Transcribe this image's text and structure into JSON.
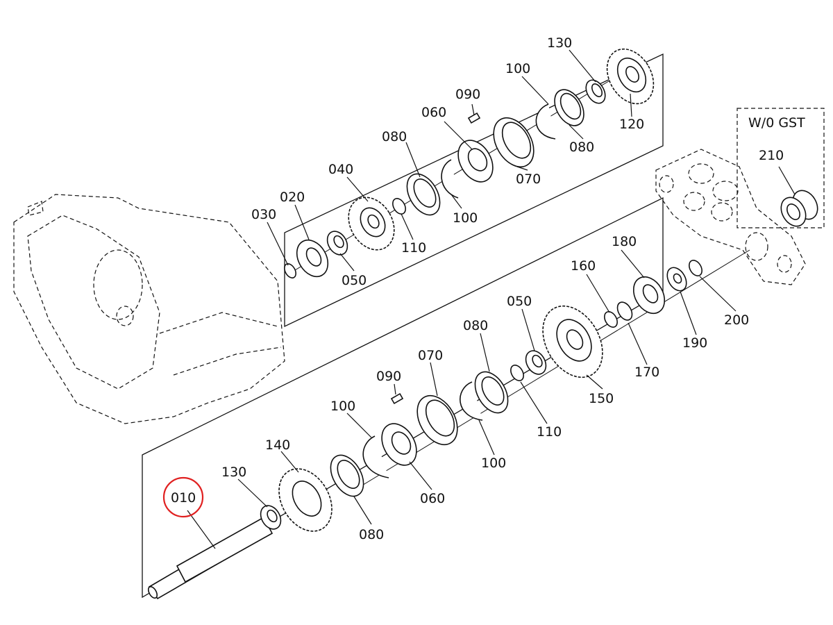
{
  "diagram": {
    "inset_title": "W/0 GST",
    "highlight_color": "#e02020",
    "labels": {
      "p130_top": "130",
      "p100_top": "100",
      "p090_top": "090",
      "p060_top": "060",
      "p120": "120",
      "p080_top_r": "080",
      "p080_top_l": "080",
      "p070_top": "070",
      "p040": "040",
      "p100_mid": "100",
      "p020": "020",
      "p030": "030",
      "p110_top": "110",
      "p050_top": "050",
      "p210": "210",
      "p180": "180",
      "p160": "160",
      "p050_bot": "050",
      "p080_bot_r": "080",
      "p070_bot": "070",
      "p090_bot": "090",
      "p100_bot_l": "100",
      "p140": "140",
      "p130_bot": "130",
      "p010": "010",
      "p080_bot": "080",
      "p060_bot": "060",
      "p100_bot_r": "100",
      "p110_bot": "110",
      "p150": "150",
      "p170": "170",
      "p190": "190",
      "p200": "200"
    }
  }
}
